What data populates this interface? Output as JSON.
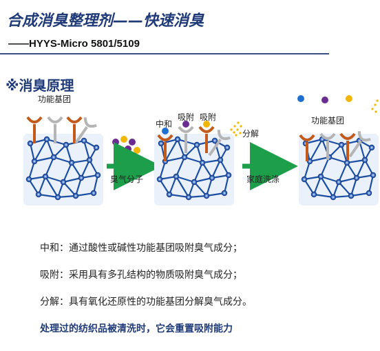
{
  "header": {
    "title": "合成消臭整理剂——快速消臭",
    "subtitle": "——HYYS-Micro 5801/5109"
  },
  "section_title": "※消臭原理",
  "diagram": {
    "label_functional_group_1": "功能基团",
    "label_neutralize": "中和",
    "label_adsorb_1": "吸附",
    "label_adsorb_2": "吸附",
    "label_decompose": "分解",
    "label_functional_group_2": "功能基团",
    "arrow_1_label": "臭气分子",
    "arrow_2_label": "家庭洗涤",
    "colors": {
      "accent_blue": "#1f3a78",
      "arrow_green": "#1d9e4a",
      "molecule_purple": "#6a2c91",
      "molecule_yellow": "#f2b705",
      "molecule_blue": "#1f6fd1",
      "group_orange": "#c25a1c",
      "group_gray": "#b5b5b5"
    }
  },
  "descriptions": [
    "中和：通过酸性或碱性功能基团吸附臭气成分；",
    "吸附：采用具有多孔结构的物质吸附臭气成分；",
    "分解：具有氧化还原性的功能基团分解臭气成分。"
  ],
  "footer_note": "处理过的纺织品被清洗时，它会重置吸附能力"
}
